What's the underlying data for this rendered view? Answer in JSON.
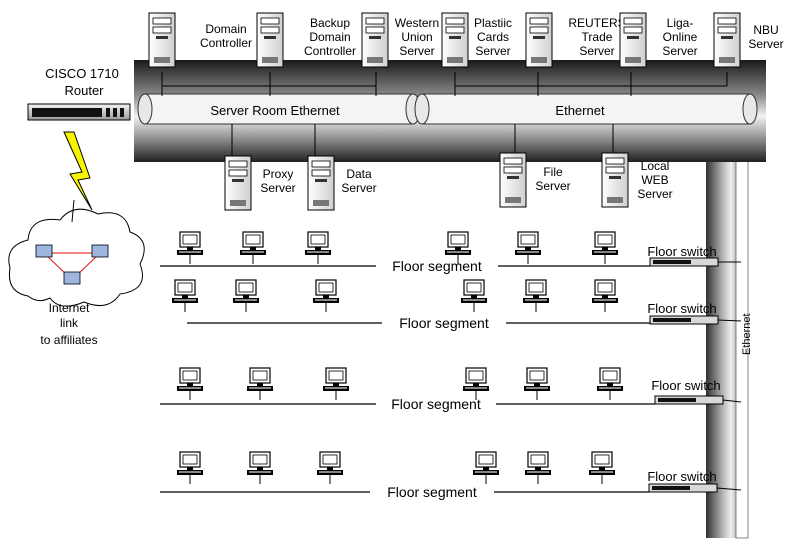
{
  "router": {
    "name": "CISCO 1710",
    "role": "Router"
  },
  "internet": {
    "line1": "Internet",
    "line2": "link",
    "line3": "to affiliates"
  },
  "backbones": {
    "server_room": "Server Room Ethernet",
    "main": "Ethernet",
    "vertical": "Ethernet"
  },
  "servers_top": [
    {
      "lines": [
        "Domain",
        "Controller"
      ]
    },
    {
      "lines": [
        "Backup",
        "Domain",
        "Controller"
      ]
    },
    {
      "lines": [
        "Western",
        "Union",
        "Server"
      ]
    },
    {
      "lines": [
        "Plastiic",
        "Cards",
        "Server"
      ]
    },
    {
      "lines": [
        "REUTERS",
        "Trade",
        "Server"
      ]
    },
    {
      "lines": [
        "Liga-",
        "Online",
        "Server"
      ]
    },
    {
      "lines": [
        "NBU",
        "Server"
      ]
    }
  ],
  "servers_bottom": [
    {
      "lines": [
        "Proxy",
        "Server"
      ]
    },
    {
      "lines": [
        "Data",
        "Server"
      ]
    },
    {
      "lines": [
        "File",
        "Server"
      ]
    },
    {
      "lines": [
        "Local",
        "WEB",
        "Server"
      ]
    }
  ],
  "floors": [
    {
      "segment": "Floor segment",
      "switch": "Floor switch"
    },
    {
      "segment": "Floor segment",
      "switch": "Floor switch"
    },
    {
      "segment": "Floor segment",
      "switch": "Floor switch"
    },
    {
      "segment": "Floor segment",
      "switch": "Floor switch"
    }
  ]
}
